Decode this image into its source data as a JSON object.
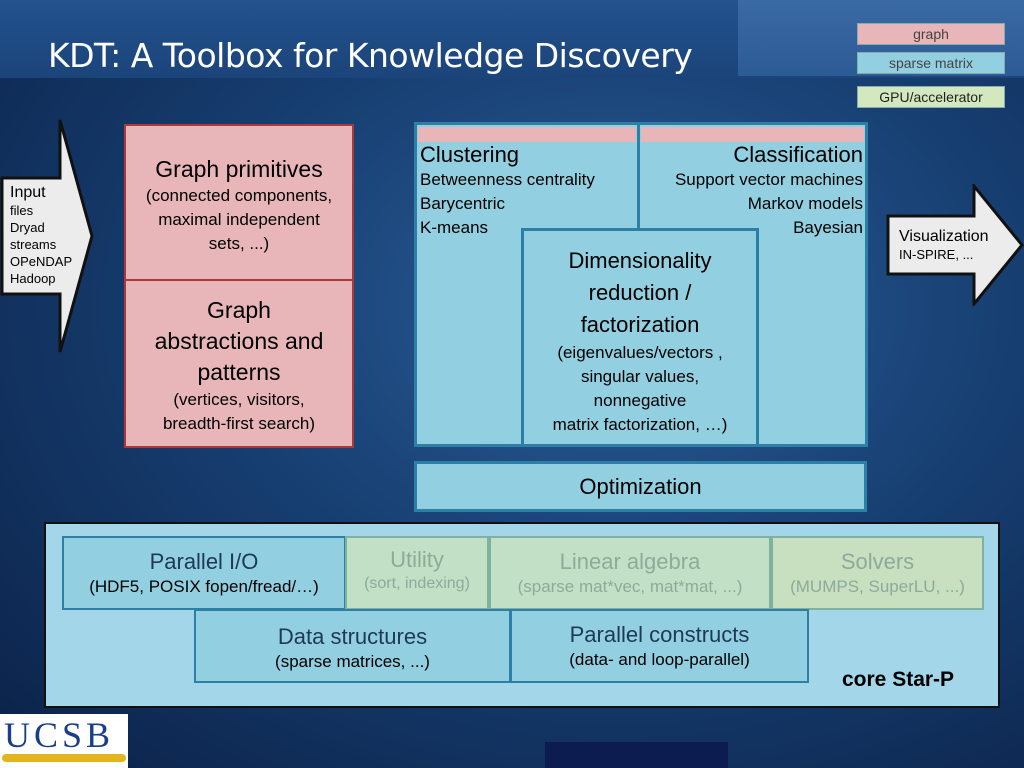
{
  "title": "KDT:  A Toolbox for Knowledge Discovery",
  "legend": {
    "graph": "graph",
    "sparse_matrix": "sparse matrix",
    "gpu": "GPU/accelerator"
  },
  "input_arrow": {
    "title": "Input",
    "items": [
      "files",
      "Dryad",
      "streams",
      "OPeNDAP",
      "Hadoop"
    ]
  },
  "viz_arrow": {
    "title": "Visualization",
    "sub": "IN-SPIRE,  ..."
  },
  "graph_primitives": {
    "title": "Graph primitives",
    "line1": "(connected components,",
    "line2": "maximal independent",
    "line3": "sets, ...)"
  },
  "graph_abstractions": {
    "line1": "Graph",
    "line2": "abstractions and",
    "line3": "patterns",
    "line4": "(vertices, visitors,",
    "line5": "breadth-first search)"
  },
  "clustering": {
    "title": "Clustering",
    "items": [
      "Betweenness centrality",
      "Barycentric",
      "K-means"
    ]
  },
  "classification": {
    "title": "Classification",
    "items": [
      "Support vector machines",
      "Markov models",
      "Bayesian"
    ]
  },
  "dimred": {
    "line1": "Dimensionality",
    "line2": "reduction /",
    "line3": "factorization",
    "line4": "(eigenvalues/vectors ,",
    "line5": "singular values,",
    "line6": "nonnegative",
    "line7": "matrix factorization, …)"
  },
  "optimization": "Optimization",
  "core": {
    "label": "core Star-P",
    "parallel_io": {
      "title": "Parallel I/O",
      "sub": "(HDF5, POSIX fopen/fread/…)"
    },
    "utility": {
      "title": "Utility",
      "sub": "(sort, indexing)"
    },
    "linear_algebra": {
      "title": "Linear algebra",
      "sub": "(sparse mat*vec, mat*mat, ...)"
    },
    "solvers": {
      "title": "Solvers",
      "sub": "(MUMPS, SuperLU, ...)"
    },
    "data_structures": {
      "title": "Data structures",
      "sub": "(sparse matrices, ...)"
    },
    "parallel_constructs": {
      "title": "Parallel constructs",
      "sub": "(data- and loop-parallel)"
    }
  },
  "logo": "UCSB",
  "colors": {
    "graph": "#e8b6b9",
    "sparse_matrix": "#92cfe0",
    "gpu": "#d4e8bf",
    "background": "#173f72"
  }
}
